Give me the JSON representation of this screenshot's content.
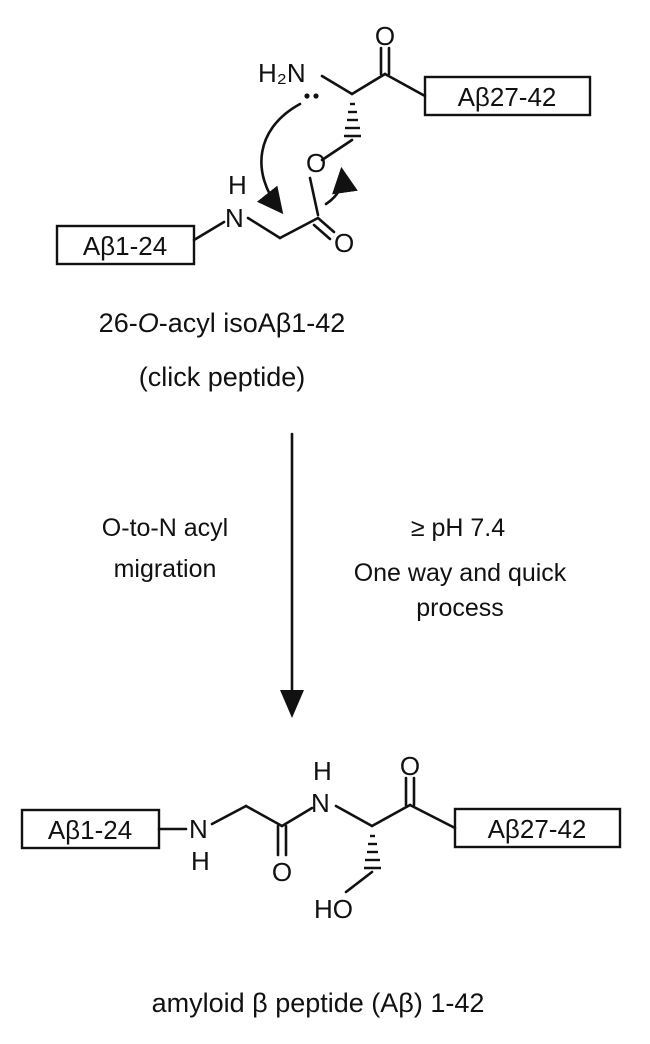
{
  "top_structure": {
    "box_left": "Aβ1-24",
    "box_right": "Aβ27-42",
    "amine": "H₂N",
    "nh_n": "N",
    "nh_h": "H",
    "ester_o": "O",
    "carbonyl_o_top": "O",
    "carbonyl_o_ester": "O"
  },
  "top_caption": {
    "line1_prefix": "26-",
    "line1_italic": "O",
    "line1_suffix": "-acyl isoAβ1-42",
    "line2": "(click peptide)"
  },
  "reaction": {
    "left_line1": "O-to-N acyl",
    "left_line2": "migration",
    "right_line1": "≥ pH 7.4",
    "right_line2": "One way and quick",
    "right_line3": "process"
  },
  "bottom_structure": {
    "box_left": "Aβ1-24",
    "box_right": "Aβ27-42",
    "amide_n1": "N",
    "amide_h1": "H",
    "amide_n2": "N",
    "amide_h2": "H",
    "carbonyl_o_mid": "O",
    "carbonyl_o_top": "O",
    "hydroxyl": "HO"
  },
  "bottom_caption": "amyloid β peptide (Aβ) 1-42"
}
